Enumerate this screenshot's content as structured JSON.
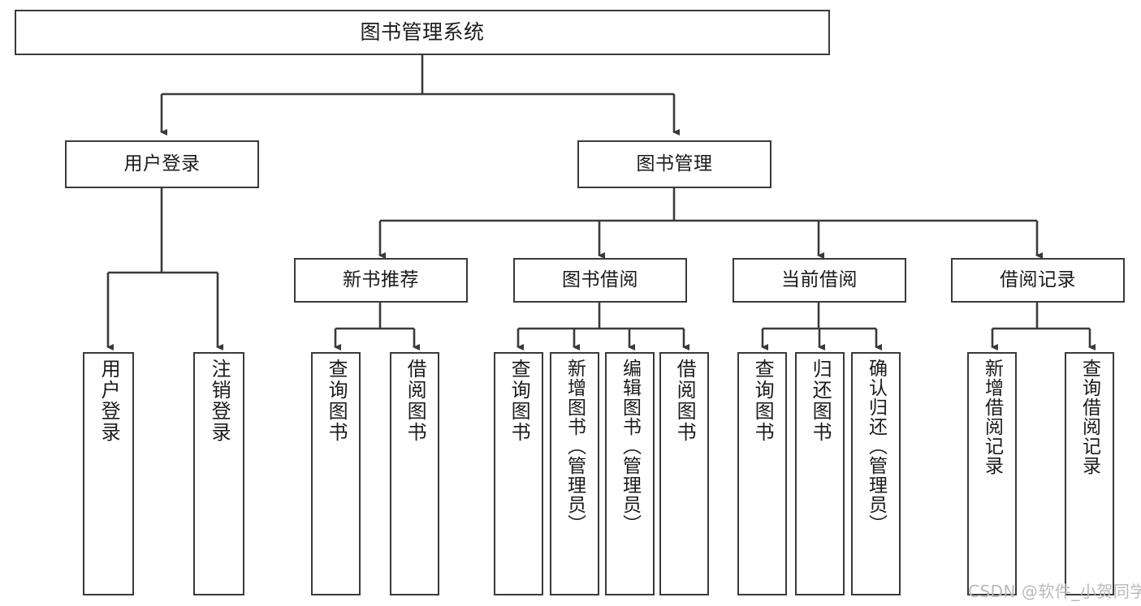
{
  "diagram": {
    "type": "tree",
    "title": "图书管理系统",
    "watermark": "CSDN @软件_小贺同学",
    "colors": {
      "border": "#3a3a3a",
      "background": "#ffffff",
      "text": "#1b1b1b",
      "watermark": "#b9b9b9"
    },
    "nodes": {
      "root": {
        "label": "图书管理系统"
      },
      "level1": [
        {
          "id": "user-login",
          "label": "用户登录"
        },
        {
          "id": "book-manage",
          "label": "图书管理"
        }
      ],
      "level2": [
        {
          "id": "new-book-recommend",
          "label": "新书推荐"
        },
        {
          "id": "book-borrow",
          "label": "图书借阅"
        },
        {
          "id": "current-borrow",
          "label": "当前借阅"
        },
        {
          "id": "borrow-record",
          "label": "借阅记录"
        }
      ],
      "leaves": {
        "user_login": [
          {
            "id": "leaf-user-login",
            "label": "用户登录"
          },
          {
            "id": "leaf-logout-login",
            "label": "注销登录"
          }
        ],
        "new_book_recommend": [
          {
            "id": "leaf-query-book-1",
            "label": "查询图书"
          },
          {
            "id": "leaf-borrow-book-1",
            "label": "借阅图书"
          }
        ],
        "book_borrow": [
          {
            "id": "leaf-query-book-2",
            "label": "查询图书"
          },
          {
            "id": "leaf-add-book",
            "label": "新增图书（管理员）"
          },
          {
            "id": "leaf-edit-book",
            "label": "编辑图书（管理员）"
          },
          {
            "id": "leaf-borrow-book-2",
            "label": "借阅图书"
          }
        ],
        "current_borrow": [
          {
            "id": "leaf-query-book-3",
            "label": "查询图书"
          },
          {
            "id": "leaf-return-book",
            "label": "归还图书"
          },
          {
            "id": "leaf-confirm-return",
            "label": "确认归还（管理员）"
          }
        ],
        "borrow_record": [
          {
            "id": "leaf-add-record",
            "label": "新增借阅记录"
          },
          {
            "id": "leaf-query-record",
            "label": "查询借阅记录"
          }
        ]
      }
    }
  }
}
